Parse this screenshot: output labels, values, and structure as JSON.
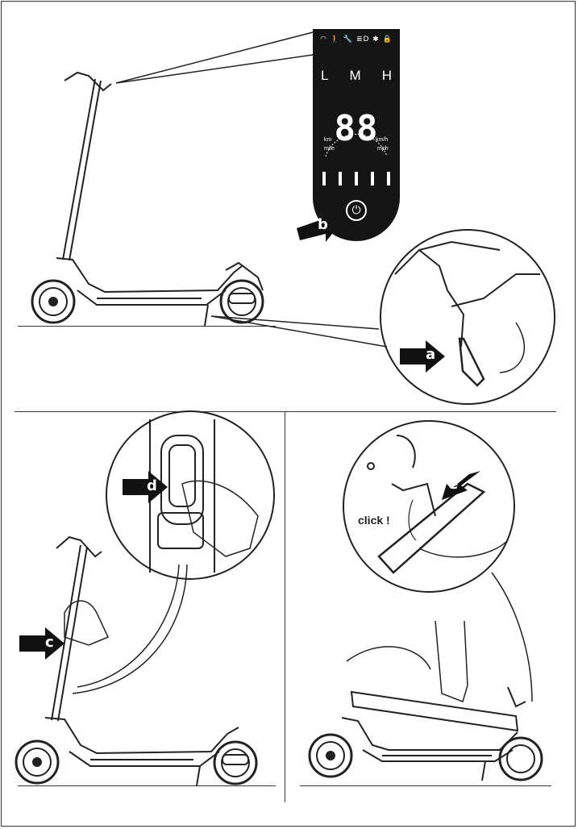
{
  "display": {
    "icons": "◠ 🚶 🔧 ≣D ✱ 🔒",
    "modes": [
      "L",
      "M",
      "H"
    ],
    "speed": "88",
    "unit_km": "km",
    "unit_mile": "mile",
    "unit_kmh": "km/h",
    "unit_mph": "mph",
    "power_symbol": "⏻"
  },
  "steps": {
    "a": "a",
    "b": "b",
    "c": "c",
    "d": "d",
    "e": "e"
  },
  "click_text": "click !"
}
